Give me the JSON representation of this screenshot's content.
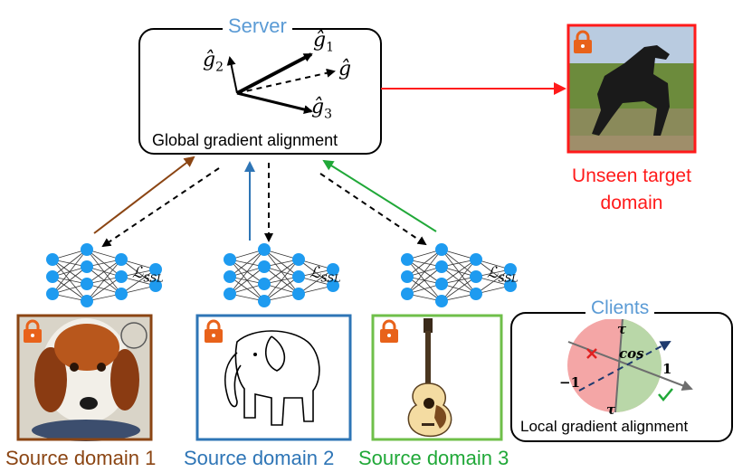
{
  "server": {
    "title": "Server",
    "caption": "Global gradient alignment",
    "vectors": {
      "g1": "ĝ",
      "g1_sub": "1",
      "g2": "ĝ",
      "g2_sub": "2",
      "g3": "ĝ",
      "g3_sub": "3",
      "g": "ĝ"
    }
  },
  "target": {
    "line1": "Unseen target",
    "line2": "domain",
    "color": "#ff1a1a"
  },
  "clients_panel": {
    "title": "Clients",
    "caption": "Local gradient alignment",
    "labels": {
      "tau_top": "τ",
      "tau_bottom": "τ",
      "cos": "cos",
      "one": "1",
      "minus_one": "−1"
    }
  },
  "networks": {
    "loss_label": "ℒ",
    "loss_sub": "SSL"
  },
  "sources": [
    {
      "label": "Source domain 1",
      "color": "#8b4513"
    },
    {
      "label": "Source domain 2",
      "color": "#2e75b6"
    },
    {
      "label": "Source domain 3",
      "color": "#20a838"
    }
  ],
  "colors": {
    "accent_blue": "#5b9bd5",
    "node_blue": "#1e9bf0",
    "red": "#ff1a1a",
    "green_ok": "#20a838"
  },
  "icons": [
    "lock-icon",
    "dog-painting",
    "elephant-sketch",
    "guitar-image",
    "horse-photo",
    "check-icon",
    "cross-icon"
  ]
}
